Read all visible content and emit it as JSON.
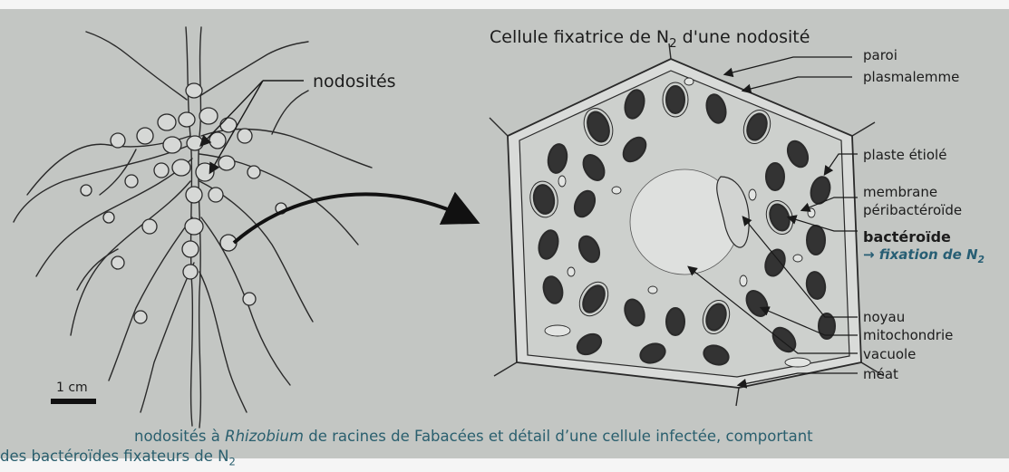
{
  "title": {
    "text": "Cellule fixatrice de N",
    "sub": "2",
    "tail": " d'une nodosité"
  },
  "labels": {
    "nodosites": "nodosités",
    "paroi": "paroi",
    "plasmalemme": "plasmalemme",
    "plaste": "plaste étiolé",
    "membrane1": "membrane",
    "membrane2": "péribactéroïde",
    "bacteroide": "bactéroïde",
    "fixation": "→ fixation de N",
    "fixation_sub": "2",
    "noyau": "noyau",
    "mitochondrie": "mitochondrie",
    "vacuole": "vacuole",
    "meat": "méat",
    "scale": "1 cm"
  },
  "caption": {
    "part1": "nodosités à ",
    "italic": "Rhizobium",
    "part2": " de racines de Fabacées et détail d’une cellule infectée, comportant",
    "line2": "des bactéroïdes fixateurs de N",
    "line2_sub": "2"
  },
  "colors": {
    "background": "#c3c6c3",
    "accent": "#275e74"
  }
}
